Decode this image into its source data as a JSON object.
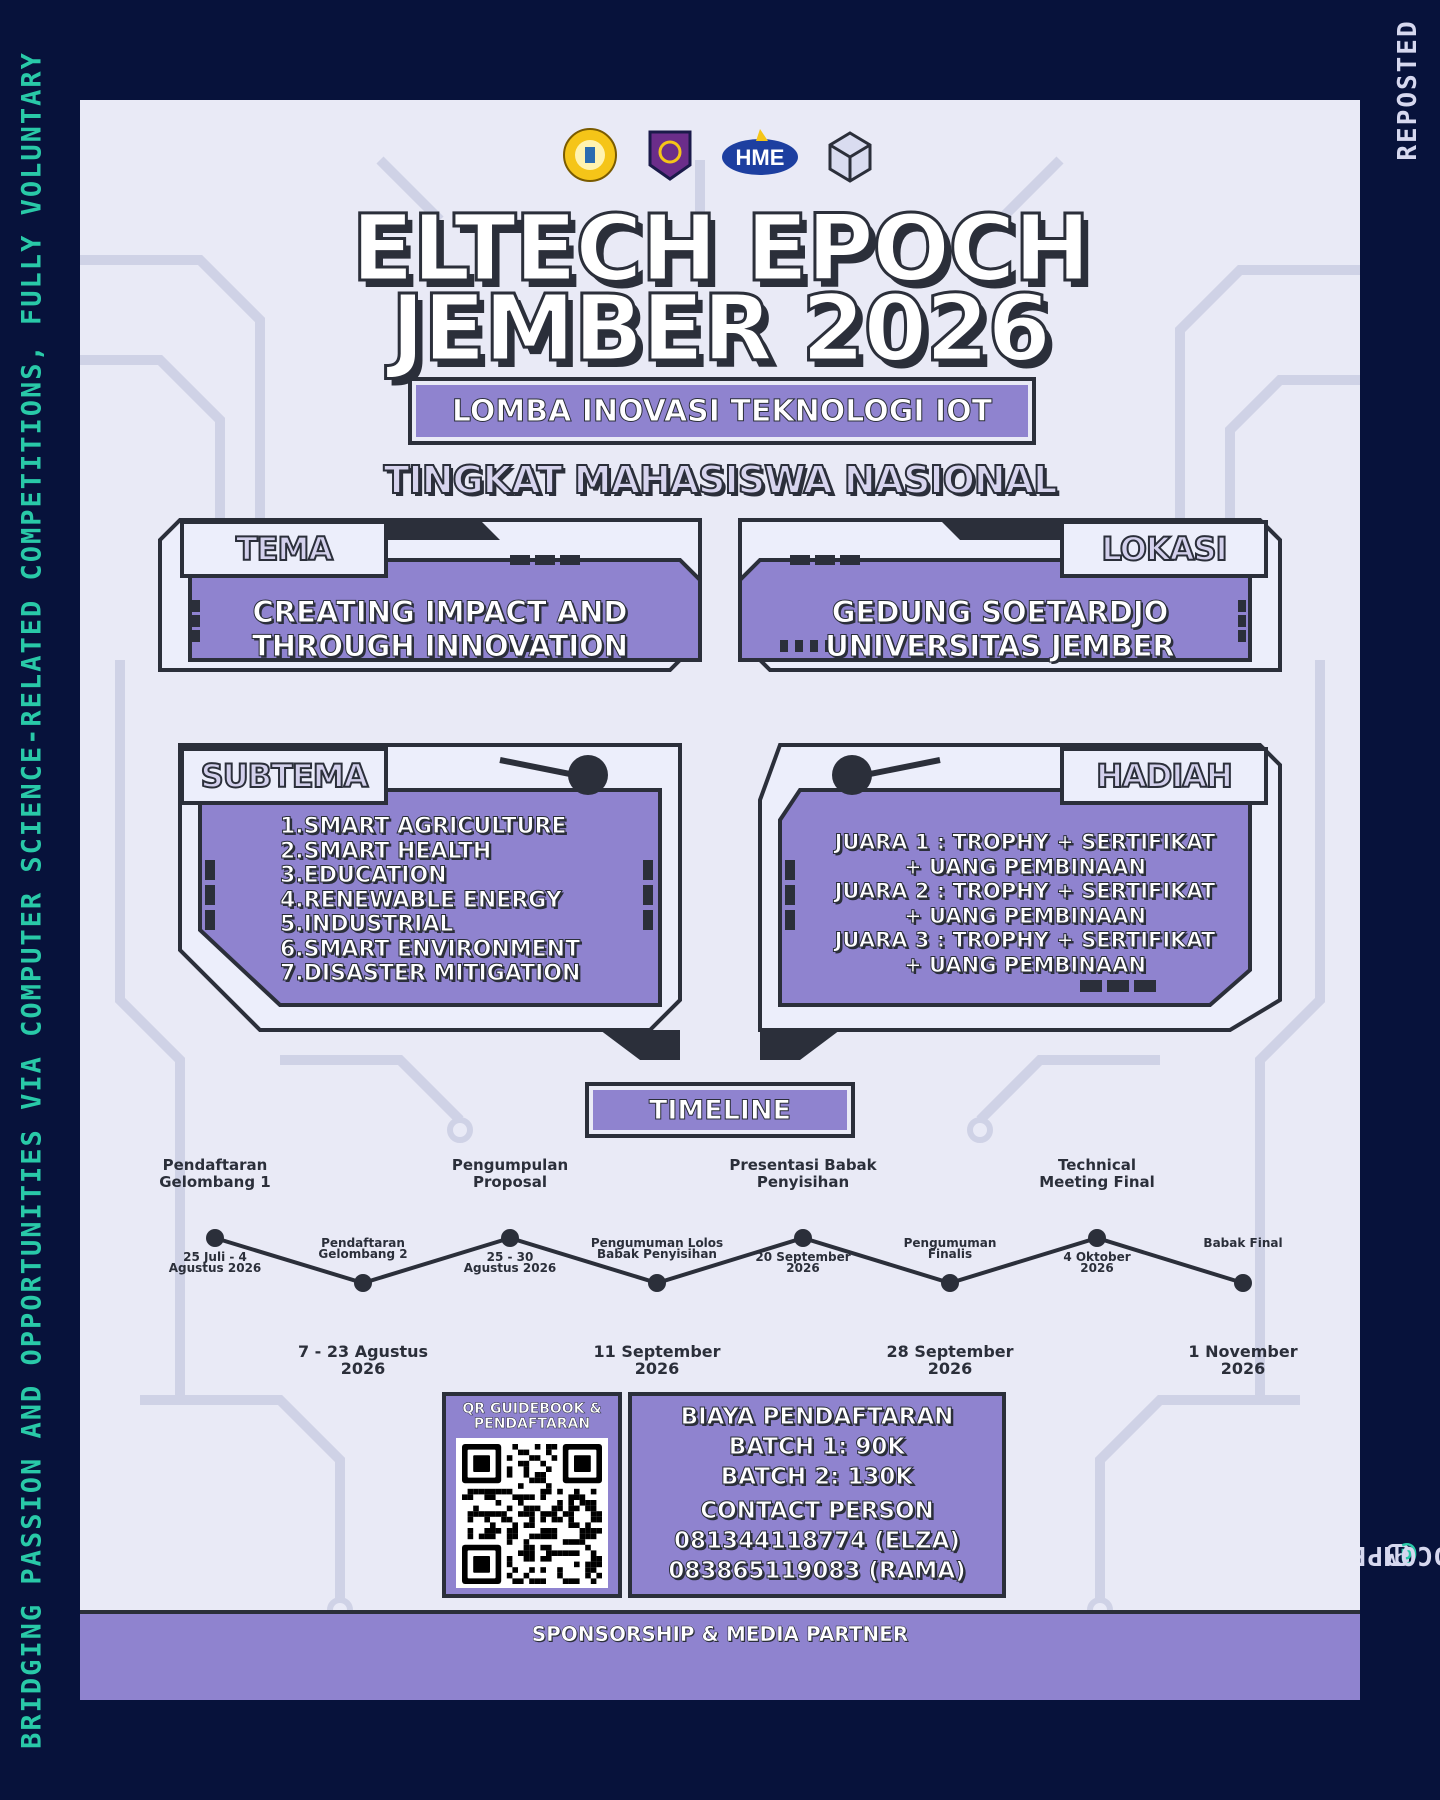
{
  "side": {
    "left_banner": "BRIDGING PASSION AND OPPORTUNITIES VIA COMPUTER SCIENCE-RELATED COMPETITIONS, FULLY VOLUNTARY",
    "reposted": "REPOSTED",
    "handle_at": "@",
    "handle_name": "CSRELATEDCOMPETITIONS",
    "icon": "instagram-icon"
  },
  "poster": {
    "logos": [
      "university-seal-logo",
      "robot-club-logo",
      "hme-logo",
      "cube-logo"
    ],
    "hme_text": "HME",
    "title_line1": "ELTECH EPOCH",
    "title_line2": "JEMBER 2026",
    "subtitle": "LOMBA INOVASI TEKNOLOGI IOT",
    "level": "TINGKAT MAHASISWA NASIONAL",
    "tema": {
      "label": "TEMA",
      "line1": "CREATING IMPACT AND",
      "line2": "THROUGH INNOVATION"
    },
    "lokasi": {
      "label": "LOKASI",
      "line1": "GEDUNG SOETARDJO",
      "line2": "UNIVERSITAS JEMBER"
    },
    "subtema": {
      "label": "SUBTEMA",
      "items": [
        "1.SMART AGRICULTURE",
        "2.SMART HEALTH",
        "3.EDUCATION",
        "4.RENEWABLE ENERGY",
        "5.INDUSTRIAL",
        "6.SMART ENVIRONMENT",
        "7.DISASTER MITIGATION"
      ]
    },
    "hadiah": {
      "label": "HADIAH",
      "lines": [
        "JUARA 1 : TROPHY + SERTIFIKAT",
        "+ UANG PEMBINAAN",
        "JUARA 2 : TROPHY + SERTIFIKAT",
        "+ UANG PEMBINAAN",
        "JUARA 3 : TROPHY + SERTIFIKAT",
        "+ UANG PEMBINAAN"
      ]
    },
    "timeline": {
      "label": "TIMELINE",
      "events": [
        {
          "top_label_1": "Pendaftaran",
          "top_label_2": "Gelombang 1",
          "date_1": "25 Juli - 4",
          "date_2": "Agustus 2026"
        },
        {
          "top_label_1": "Pendaftaran",
          "top_label_2": "Gelombang 2",
          "date_1": "7 - 23 Agustus",
          "date_2": "2026"
        },
        {
          "top_label_1": "Pengumpulan",
          "top_label_2": "Proposal",
          "date_1": "25 - 30",
          "date_2": "Agustus 2026"
        },
        {
          "top_label_1": "Pengumuman Lolos",
          "top_label_2": "Babak Penyisihan",
          "date_1": "11 September",
          "date_2": "2026"
        },
        {
          "top_label_1": "Presentasi Babak",
          "top_label_2": "Penyisihan",
          "date_1": "20 September",
          "date_2": "2026"
        },
        {
          "top_label_1": "Pengumuman",
          "top_label_2": "Finalis",
          "date_1": "28 September",
          "date_2": "2026"
        },
        {
          "top_label_1": "Technical",
          "top_label_2": "Meeting Final",
          "date_1": "4 Oktober",
          "date_2": "2026"
        },
        {
          "top_label_1": "Babak Final",
          "top_label_2": "",
          "date_1": "1 November",
          "date_2": "2026"
        }
      ]
    },
    "qr": {
      "title_1": "QR GUIDEBOOK &",
      "title_2": "PENDAFTARAN"
    },
    "fees": {
      "title": "BIAYA PENDAFTARAN",
      "batch1": "BATCH 1: 90K",
      "batch2": "BATCH 2: 130K",
      "contact_title": "CONTACT PERSON",
      "contact1": "081344118774 (ELZA)",
      "contact2": "083865119083 (RAMA)"
    },
    "footer": "SPONSORSHIP & MEDIA PARTNER",
    "colors": {
      "background": "#07123b",
      "poster": "#e9eaf6",
      "accent_purple": "#8f83cf",
      "outline": "#2b2f3a",
      "teal": "#29c9a8"
    }
  }
}
